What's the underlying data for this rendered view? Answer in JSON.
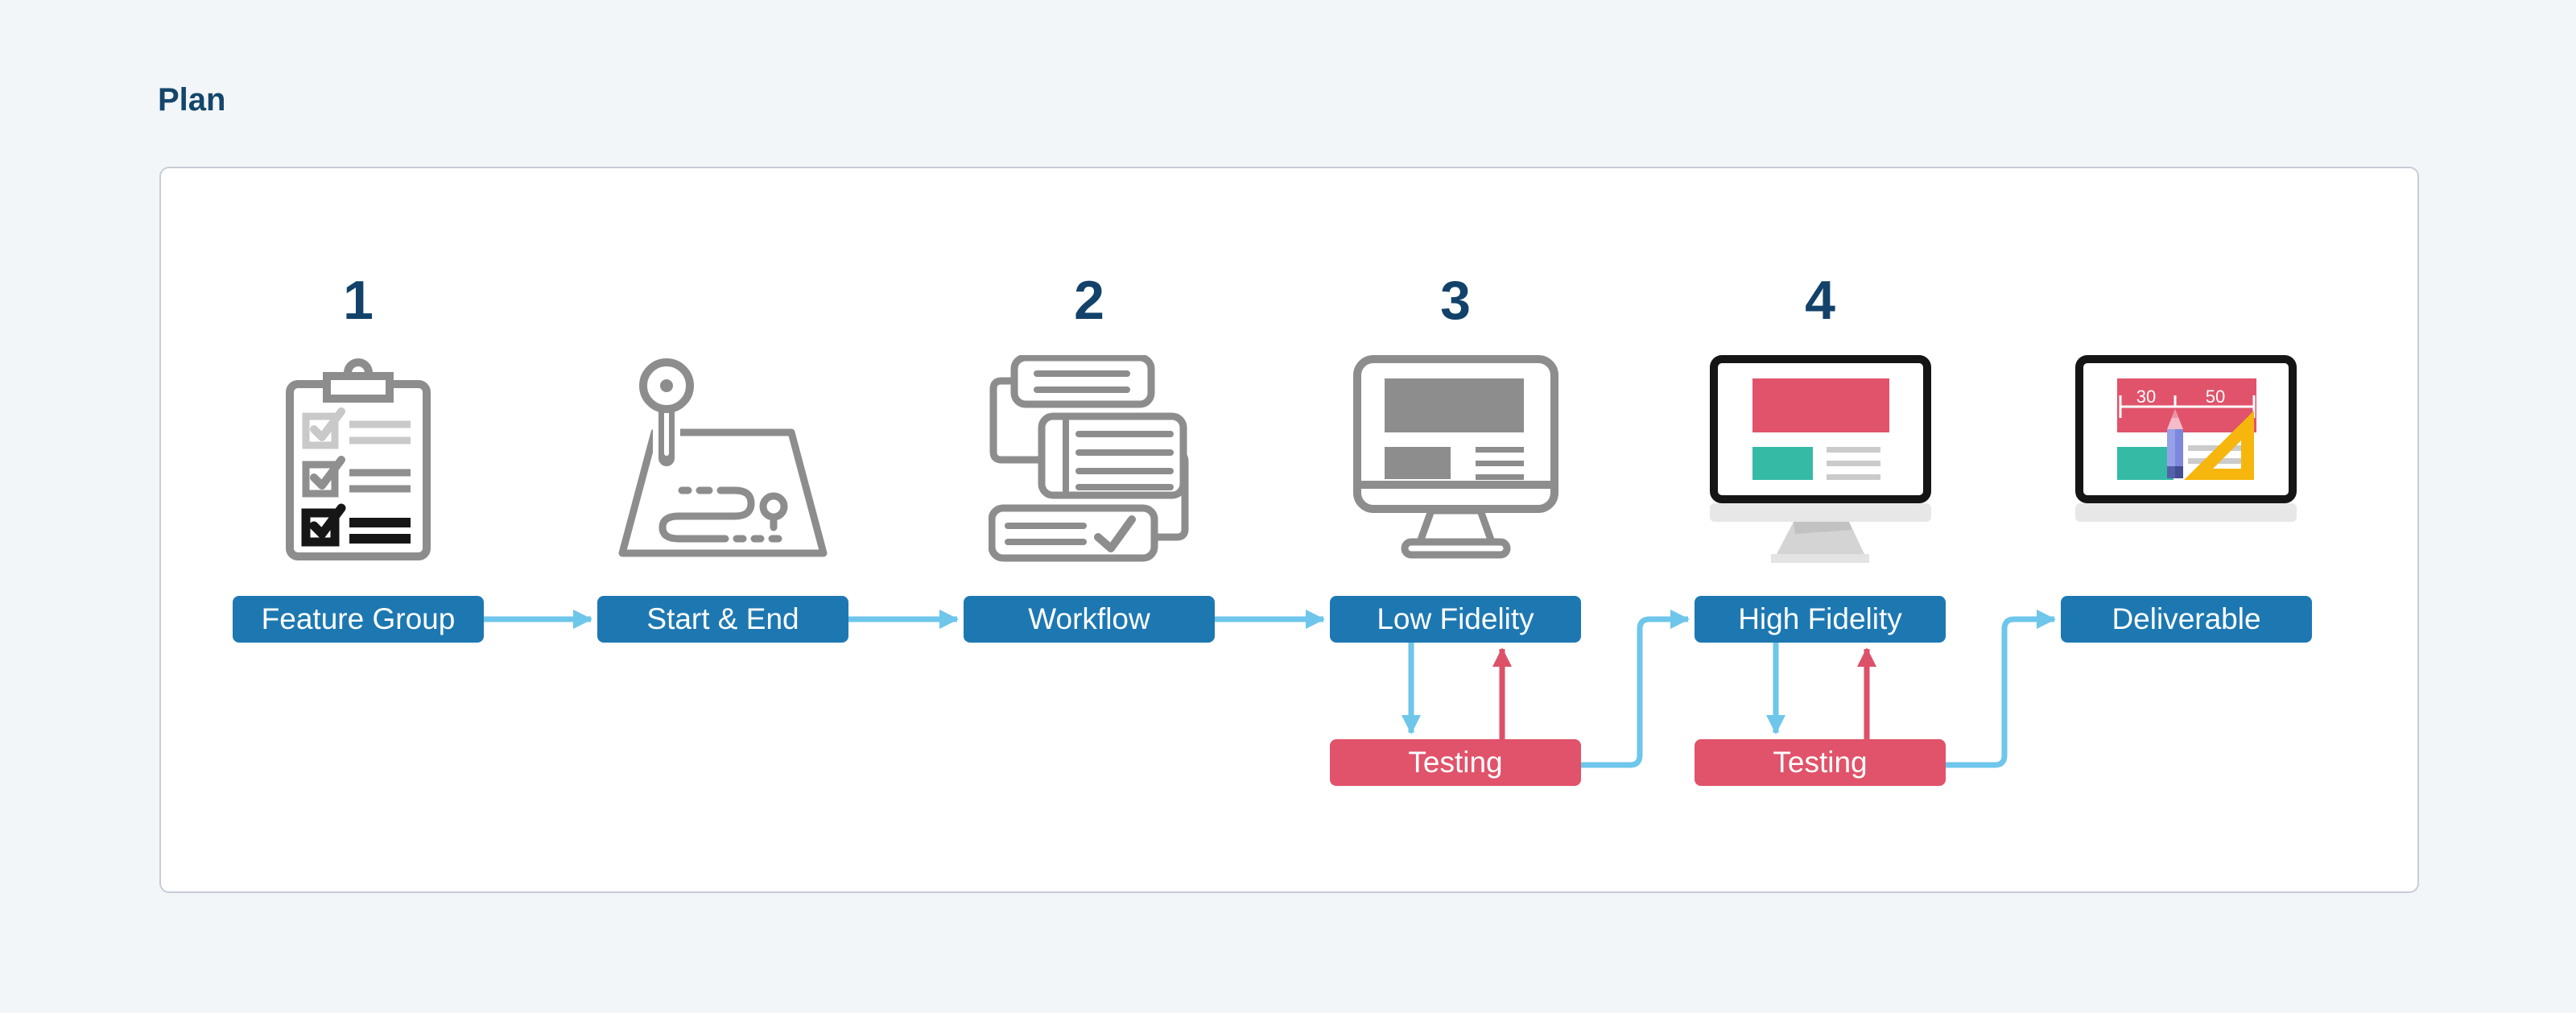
{
  "page": {
    "title": "Plan"
  },
  "theme": {
    "background": "#f2f6f8",
    "card_background": "#ffffff",
    "card_border": "#c7cdd6",
    "node_blue": "#1d78b2",
    "node_red": "#e0536a",
    "arrow_blue": "#6ec6ea",
    "arrow_red": "#dd5168",
    "number_navy": "#12426a",
    "icon_gray": "#8d8d8d",
    "icon_teal": "#35bba5",
    "icon_yellow": "#f6b60d"
  },
  "steps": [
    {
      "number": "1",
      "label": "Feature Group",
      "icon": "clipboard-checklist-icon"
    },
    {
      "number": "",
      "label": "Start & End",
      "icon": "map-route-icon"
    },
    {
      "number": "2",
      "label": "Workflow",
      "icon": "workflow-cards-icon"
    },
    {
      "number": "3",
      "label": "Low Fidelity",
      "icon": "wireframe-monitor-icon",
      "testing_label": "Testing"
    },
    {
      "number": "4",
      "label": "High Fidelity",
      "icon": "mockup-monitor-icon",
      "testing_label": "Testing"
    },
    {
      "number": "",
      "label": "Deliverable",
      "icon": "deliverable-monitor-icon"
    }
  ],
  "deliverable_screen": {
    "left_measure": "30",
    "right_measure": "50"
  }
}
